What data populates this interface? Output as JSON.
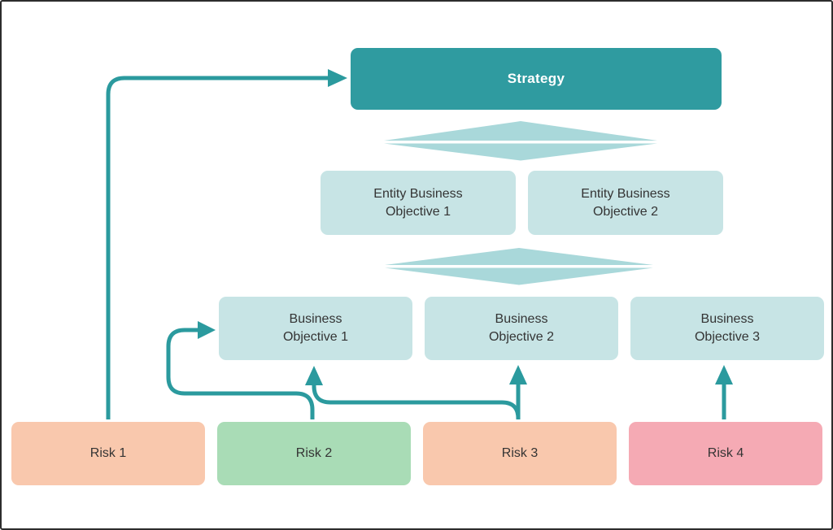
{
  "canvas": {
    "background": "#ffffff",
    "border_color": "#2c2c2c"
  },
  "colors": {
    "teal_primary": "#2f9ba0",
    "teal_connector": "#2b9a9e",
    "teal_light_box": "#c7e4e5",
    "teal_diamond": "#a9d8da",
    "risk_peach": "#f9c8ad",
    "risk_green": "#a9dcb6",
    "risk_pink": "#f5aab4",
    "text_dark": "#343434",
    "text_on_teal": "#ffffff"
  },
  "strategy": {
    "label": "Strategy"
  },
  "entity_objectives": [
    {
      "line1": "Entity Business",
      "line2": "Objective 1"
    },
    {
      "line1": "Entity Business",
      "line2": "Objective 2"
    }
  ],
  "business_objectives": [
    {
      "line1": "Business",
      "line2": "Objective 1"
    },
    {
      "line1": "Business",
      "line2": "Objective 2"
    },
    {
      "line1": "Business",
      "line2": "Objective 3"
    }
  ],
  "risks": [
    {
      "label": "Risk 1",
      "color": "#f9c8ad"
    },
    {
      "label": "Risk 2",
      "color": "#a9dcb6"
    },
    {
      "label": "Risk 3",
      "color": "#f9c8ad"
    },
    {
      "label": "Risk 4",
      "color": "#f5aab4"
    }
  ],
  "connections": [
    {
      "from": "Risk 1",
      "to": "Strategy",
      "entry": "left edge"
    },
    {
      "from": "Risk 2",
      "to": "Business Objective 1",
      "entry": "left edge"
    },
    {
      "from": "Risk 3",
      "to": "Business Objective 1",
      "entry": "bottom edge"
    },
    {
      "from": "Risk 3",
      "to": "Business Objective 2",
      "entry": "bottom edge"
    },
    {
      "from": "Risk 4",
      "to": "Business Objective 3",
      "entry": "bottom edge"
    }
  ]
}
